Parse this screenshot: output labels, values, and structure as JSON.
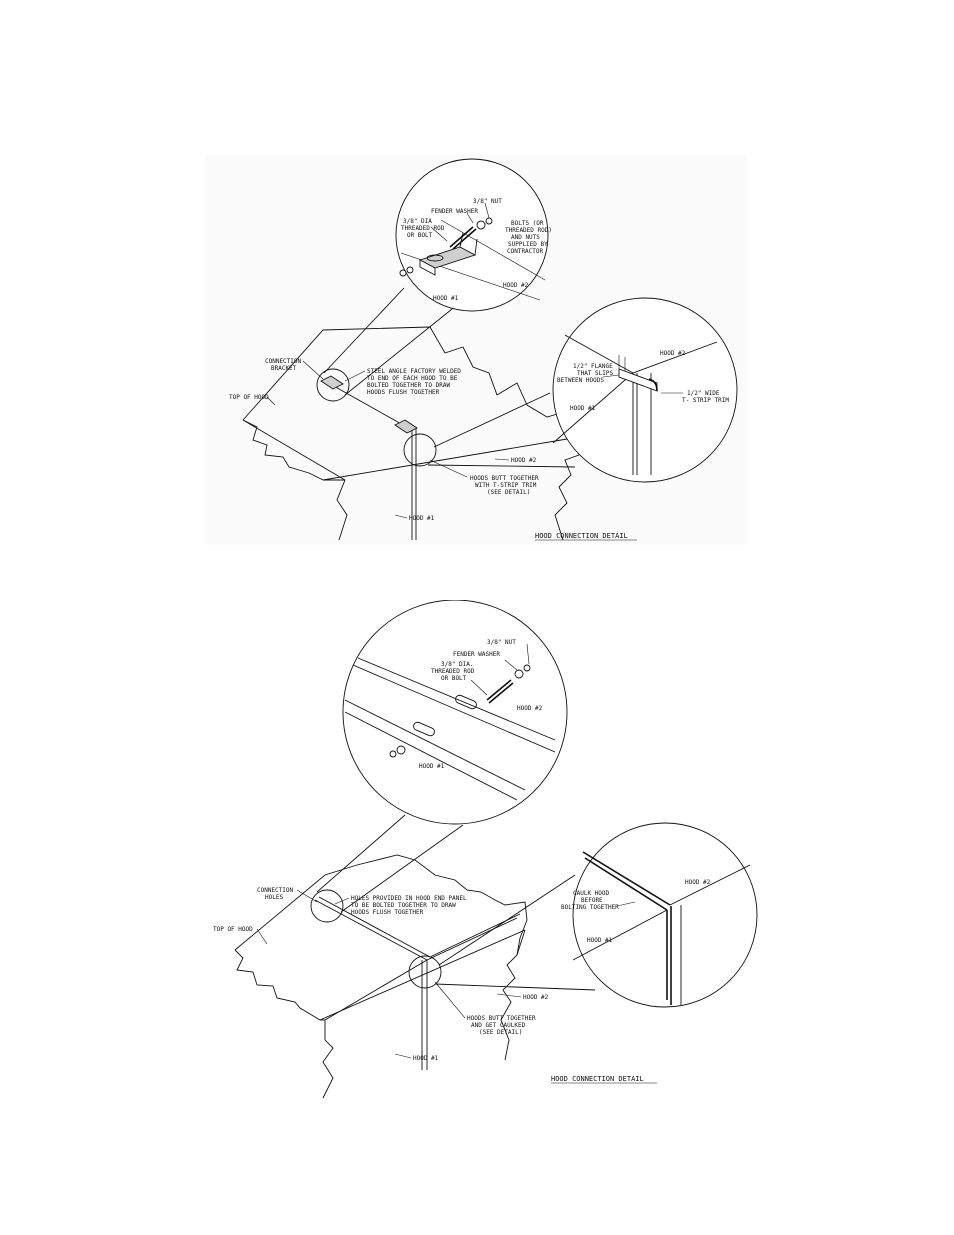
{
  "detail_a": {
    "title": "HOOD CONNECTION DETAIL",
    "inset_top": {
      "nut": "3/8\" NUT",
      "washer": "FENDER WASHER",
      "rod": [
        "3/8\" DIA",
        "THREADED ROD",
        "OR BOLT"
      ],
      "supplied": [
        "BOLTS (OR",
        "THREADED ROD)",
        "AND NUTS",
        "SUPPLIED BY",
        "CONTRACTOR"
      ],
      "hood1": "HOOD #1",
      "hood2": "HOOD #2"
    },
    "inset_right": {
      "flange": [
        "1/2\" FLANGE",
        "THAT SLIPS",
        "BETWEEN HOODS"
      ],
      "hood2": "HOOD #2",
      "hood1": "HOOD #1",
      "trim": [
        "1/2\" WIDE",
        "T- STRIP TRIM"
      ]
    },
    "main": {
      "bracket": [
        "CONNECTION",
        "BRACKET"
      ],
      "steel": [
        "STEEL ANGLE FACTORY WELDED",
        "TO END OF EACH HOOD TO BE",
        "BOLTED TOGETHER TO DRAW",
        "HOODS FLUSH TOGETHER"
      ],
      "top": "TOP OF HOOD",
      "hood2": "HOOD #2",
      "butt": [
        "HOODS BUTT TOGETHER",
        "WITH T-STRIP TRIM",
        "(SEE DETAIL)"
      ],
      "hood1": "HOOD #1"
    }
  },
  "detail_b": {
    "title": "HOOD CONNECTION DETAIL",
    "inset_top": {
      "nut": "3/8\" NUT",
      "washer": "FENDER WASHER",
      "rod": [
        "3/8\" DIA.",
        "THREADED ROD",
        "OR BOLT"
      ],
      "hood2": "HOOD #2",
      "hood1": "HOOD #1"
    },
    "inset_right": {
      "caulk": [
        "CAULK HOOD",
        "BEFORE",
        "BOLTING TOGETHER"
      ],
      "hood2": "HOOD #2",
      "hood1": "HOOD #1"
    },
    "main": {
      "holes": [
        "CONNECTION",
        "HOLES"
      ],
      "provided": [
        "HOLES PROVIDED IN HOOD END PANEL",
        "TO BE BOLTED TOGETHER TO DRAW",
        "HOODS FLUSH TOGETHER"
      ],
      "top": "TOP OF HOOD",
      "hood2": "HOOD #2",
      "butt": [
        "HOODS BUTT TOGETHER",
        "AND GET CAULKED",
        "(SEE DETAIL)"
      ],
      "hood1": "HOOD #1"
    }
  }
}
